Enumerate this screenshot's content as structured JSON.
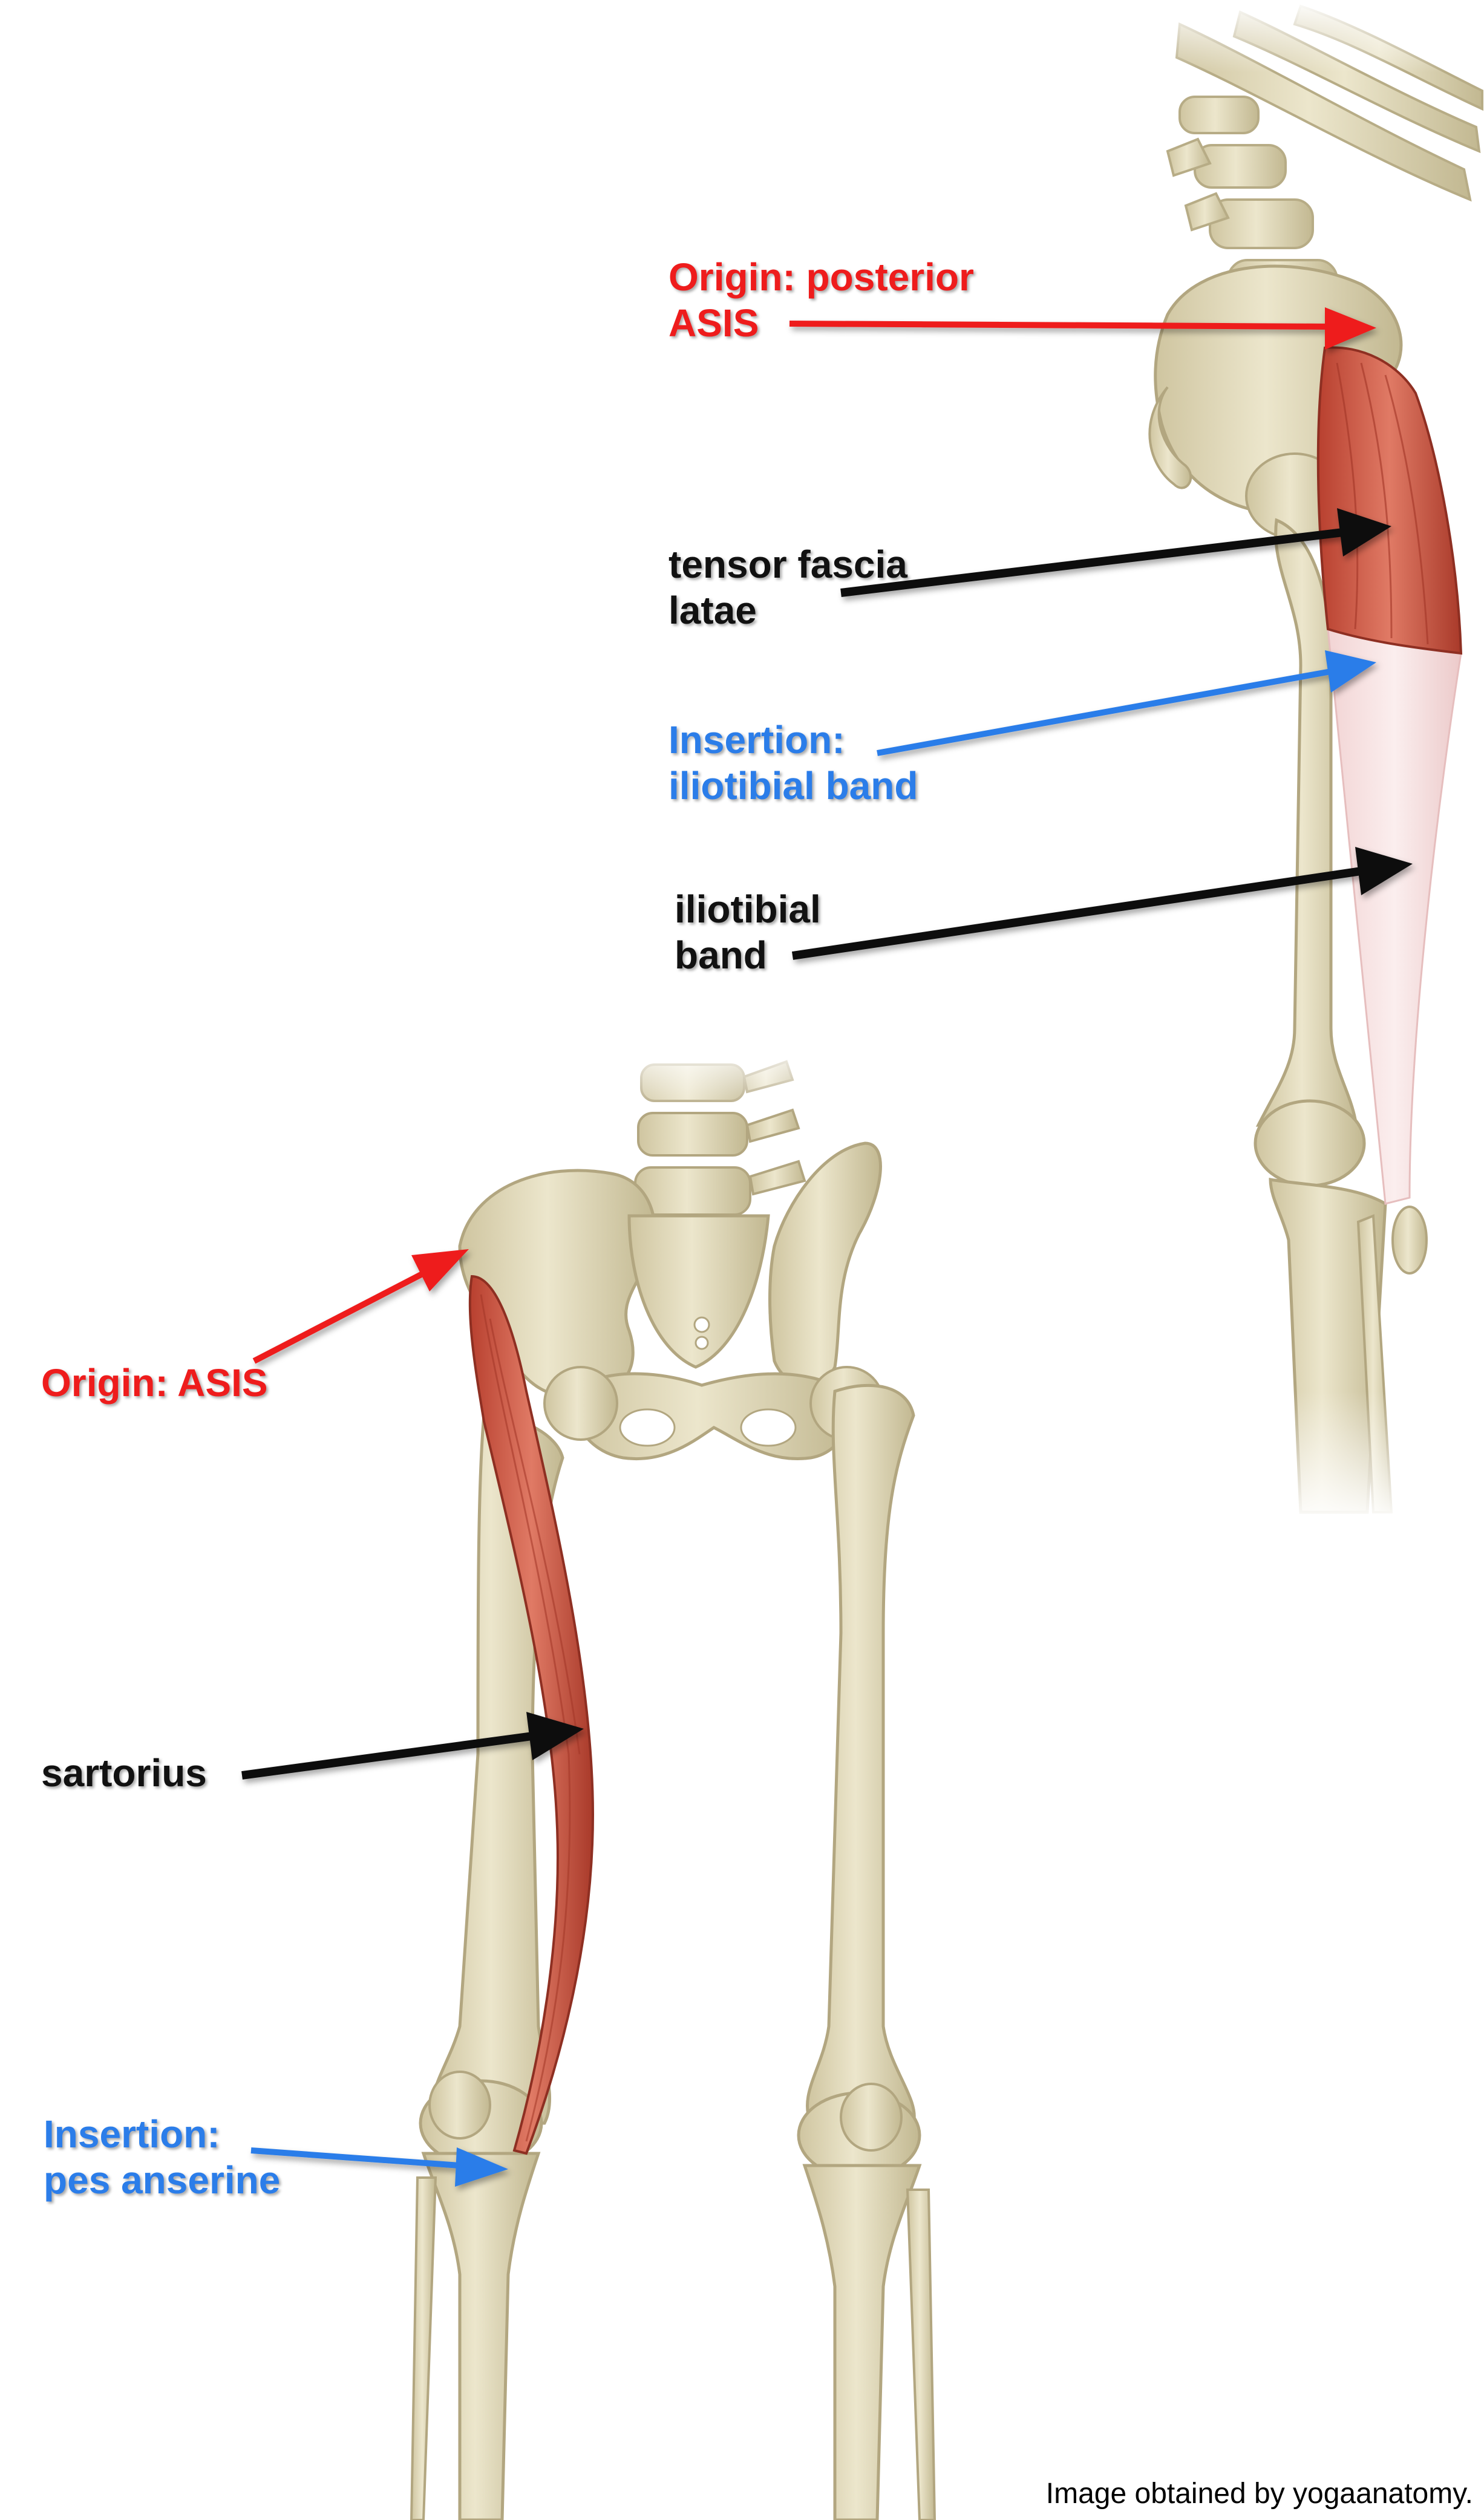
{
  "colors": {
    "origin": "#ee1c1c",
    "insertion": "#2b7de9",
    "muscle_name": "#111111",
    "bone": "#e3dcc0",
    "bone_shade": "#c9bf9c",
    "muscle": "#c9503e",
    "muscle_light": "#e07a65",
    "band": "#f6dede"
  },
  "labels": {
    "tfl_origin": [
      "Origin: posterior",
      "ASIS"
    ],
    "tfl_muscle": [
      "tensor fascia",
      "latae"
    ],
    "tfl_insertion": [
      "Insertion:",
      "iliotibial band"
    ],
    "itb": [
      "iliotibial",
      "band"
    ],
    "sart_origin": [
      "Origin: ASIS"
    ],
    "sart_muscle": [
      "sartorius"
    ],
    "sart_insertion": [
      "Insertion:",
      "pes anserine"
    ]
  },
  "credit": "Image obtained by yogaanatomy."
}
